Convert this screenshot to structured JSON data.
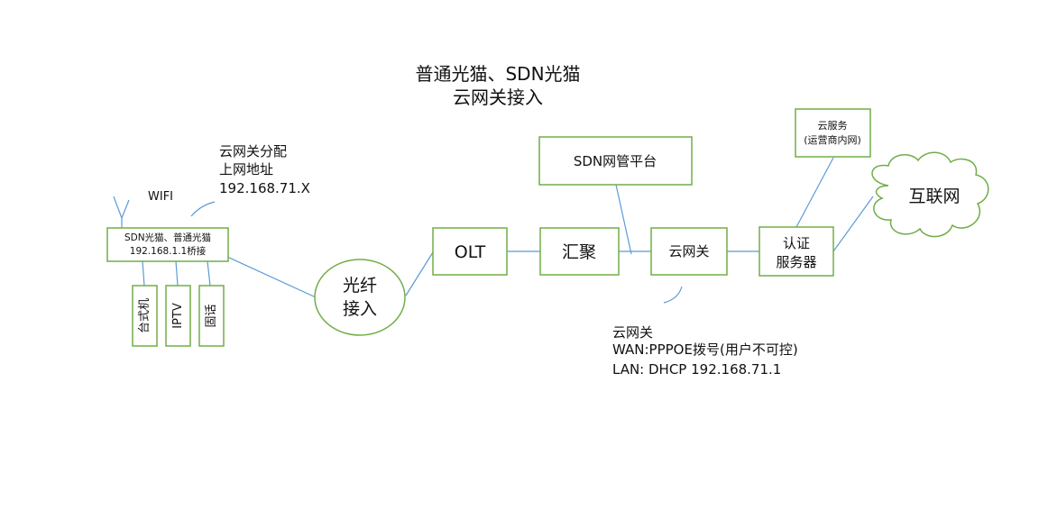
{
  "title": {
    "line1": "普通光猫、SDN光猫",
    "line2": "云网关接入"
  },
  "nodes": {
    "modem": {
      "line1": "SDN光猫、普通光猫",
      "line2": "192.168.1.1桥接"
    },
    "wifi_label": "WIFI",
    "modem_note": {
      "line1": "云网关分配",
      "line2": "上网地址",
      "line3": "192.168.71.X"
    },
    "desktop": "台式机",
    "iptv": "IPTV",
    "phone": "固话",
    "fiber": {
      "line1": "光纤",
      "line2": "接入"
    },
    "olt": "OLT",
    "aggregation": "汇聚",
    "sdn_platform": "SDN网管平台",
    "cloud_gateway": "云网关",
    "auth_server": {
      "line1": "认证",
      "line2": "服务器"
    },
    "cloud_service": {
      "line1": "云服务",
      "line2": "(运营商内网)"
    },
    "internet": "互联网",
    "gateway_note": {
      "line1": "云网关",
      "line2": "WAN:PPPOE拨号(用户不可控)",
      "line3": "LAN: DHCP 192.168.71.1"
    }
  },
  "colors": {
    "box_border": "#70ad47",
    "link": "#5b9bd5",
    "text": "#111111"
  }
}
